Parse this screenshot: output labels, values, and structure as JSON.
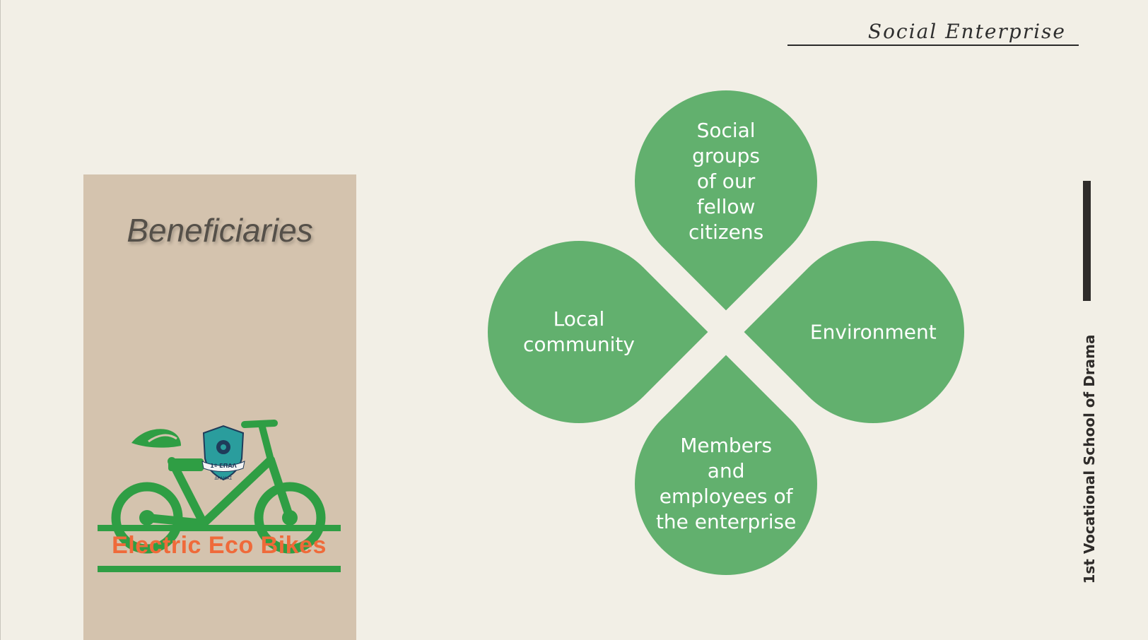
{
  "header": {
    "title": "Social Enterprise"
  },
  "panel": {
    "title": "Beneficiaries",
    "logo": {
      "text": "Electric Eco Bikes",
      "badge_text": "1º ΕΠΑΛ",
      "badge_subtext": "ΔΡΑΜΑΣ",
      "bike_color": "#2f9e44",
      "text_color": "#ef6a3a",
      "badge_color": "#2a9d9d"
    }
  },
  "beneficiaries": {
    "top": "Social\ngroups\nof our\nfellow\ncitizens",
    "left": "Local\ncommunity",
    "right": "Environment",
    "bottom": "Members\nand\nemployees of\nthe enterprise"
  },
  "side_label": "1st Vocational School of Drama",
  "colors": {
    "background": "#f2efe6",
    "panel": "#d4c3ae",
    "petal": "#62b06e",
    "dark": "#2f2c2a"
  }
}
